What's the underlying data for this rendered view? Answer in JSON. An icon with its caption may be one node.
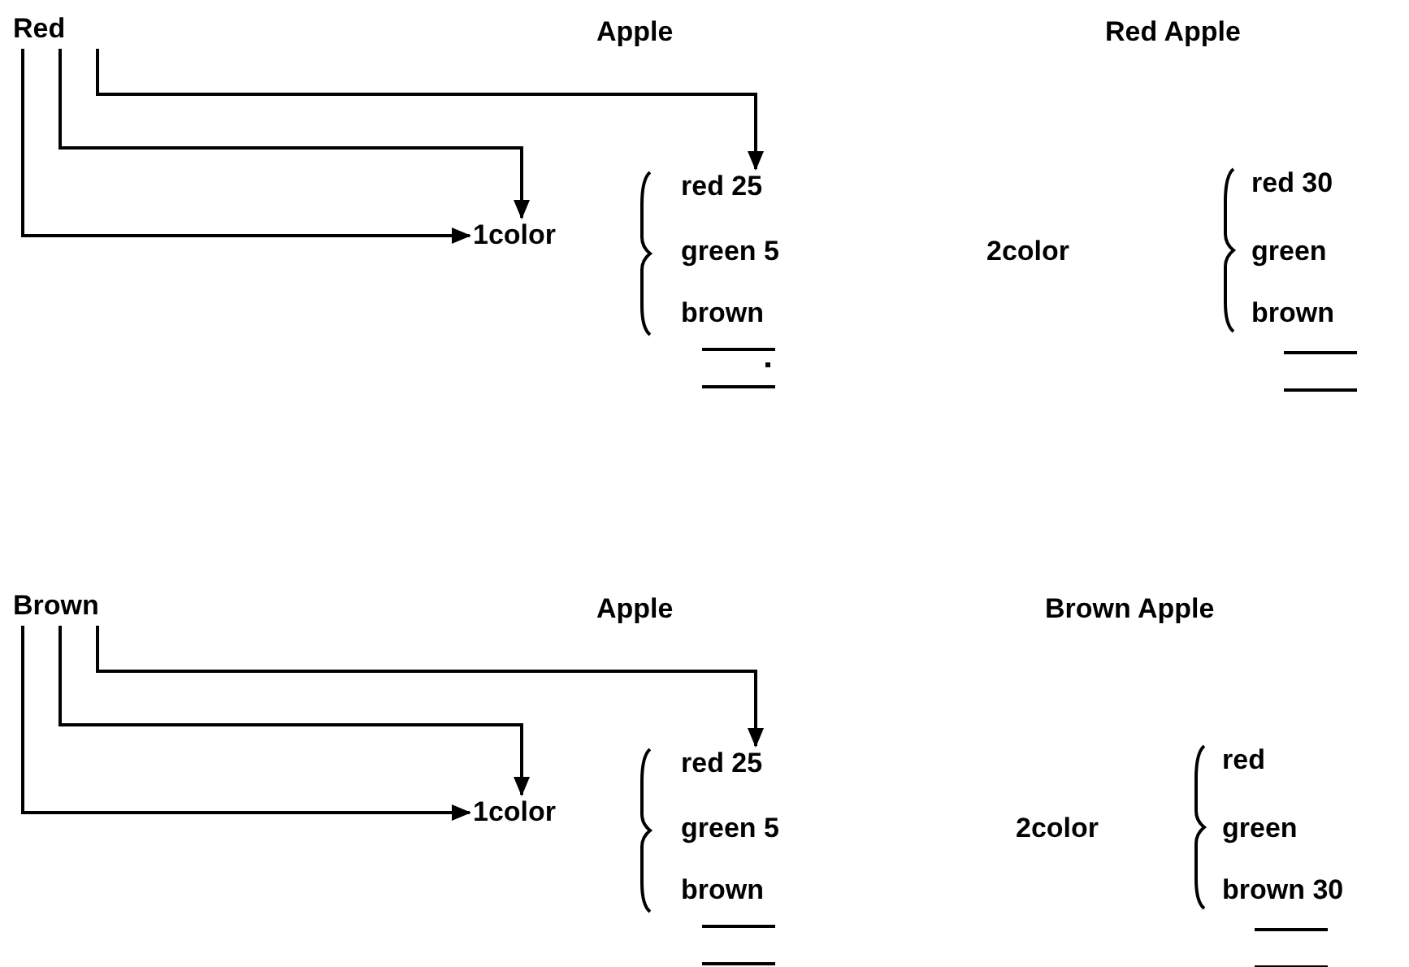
{
  "diagram": {
    "nodes": [
      {
        "text": [
          "Red"
        ]
      },
      {
        "text": [
          "1color"
        ]
      },
      {
        "text": [
          "red 25"
        ]
      },
      {
        "text": [
          "Brown"
        ]
      },
      {
        "text": [
          "1color"
        ]
      },
      {
        "text": [
          "red 25"
        ]
      }
    ],
    "edges": [
      {
        "from": 0,
        "to": 1,
        "arrow": "to"
      },
      {
        "from": 0,
        "to": 1,
        "arrow": "to"
      },
      {
        "from": 0,
        "to": 2,
        "arrow": "to"
      },
      {
        "from": 3,
        "to": 4,
        "arrow": "to"
      },
      {
        "from": 3,
        "to": 4,
        "arrow": "to"
      },
      {
        "from": 3,
        "to": 5,
        "arrow": "to"
      }
    ],
    "labels": [
      "Apple",
      "Red Apple",
      "green 5",
      "brown",
      "2color",
      "red 30",
      "green",
      "brown",
      "Apple",
      "Brown Apple",
      "green 5",
      "brown",
      "2color",
      "red",
      "green",
      "brown 30"
    ]
  }
}
